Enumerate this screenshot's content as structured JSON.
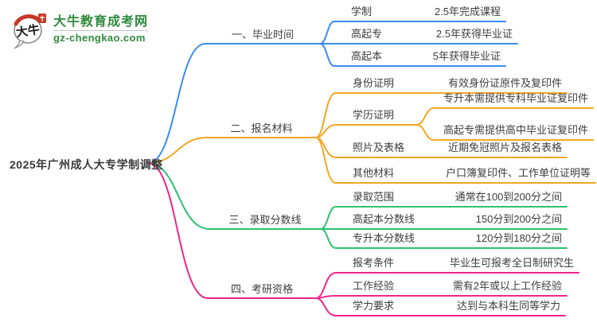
{
  "logo": {
    "site_name": "大牛教育成考网",
    "site_domain": "gz-chengkao.com",
    "icon_text": "大牛",
    "brand_green": "#2f8a3d",
    "brand_red": "#c53929"
  },
  "root": {
    "title": "2025年广州成人大专学制调整"
  },
  "branches": [
    {
      "label": "一、毕业时间",
      "color": "#3a8cee",
      "children": [
        {
          "label": "学制",
          "value": "2.5年完成课程"
        },
        {
          "label": "高起专",
          "value": "2.5年获得毕业证"
        },
        {
          "label": "高起本",
          "value": "5年获得毕业证"
        }
      ]
    },
    {
      "label": "二、报名材料",
      "color": "#f5a623",
      "children": [
        {
          "label": "身份证明",
          "value": "有效身份证原件及复印件"
        },
        {
          "label": "学历证明",
          "children": [
            {
              "value": "专升本需提供专科毕业证复印件"
            },
            {
              "value": "高起专需提供高中毕业证复印件"
            }
          ]
        },
        {
          "label": "照片及表格",
          "value": "近期免冠照片及报名表格"
        },
        {
          "label": "其他材料",
          "value": "户口簿复印件、工作单位证明等"
        }
      ]
    },
    {
      "label": "三、录取分数线",
      "color": "#2bc26f",
      "children": [
        {
          "label": "录取范围",
          "value": "通常在100到200分之间"
        },
        {
          "label": "高起本分数线",
          "value": "150分到200分之间"
        },
        {
          "label": "专升本分数线",
          "value": "120分到180分之间"
        }
      ]
    },
    {
      "label": "四、考研资格",
      "color": "#f0258c",
      "children": [
        {
          "label": "报考条件",
          "value": "毕业生可报考全日制研究生"
        },
        {
          "label": "工作经验",
          "value": "需有2年或以上工作经验"
        },
        {
          "label": "学力要求",
          "value": "达到与本科生同等学力"
        }
      ]
    }
  ]
}
